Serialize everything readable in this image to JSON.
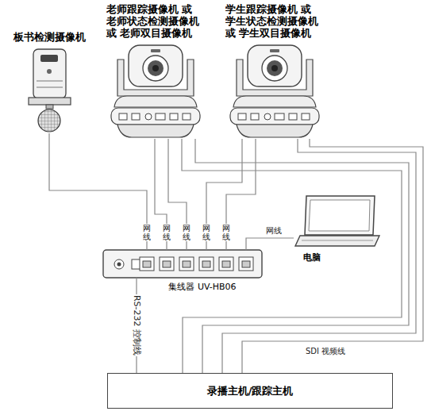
{
  "diagram": {
    "nodes": [
      {
        "text": [
          "板书检测摄像机"
        ]
      },
      {
        "text": [
          "老师跟踪摄像机 或 老师状态检测摄像机 或 老师双目摄像机"
        ]
      },
      {
        "text": [
          "学生跟踪摄像机 或 学生状态检测摄像机 或 学生双目摄像机"
        ]
      },
      {
        "text": [
          "电脑"
        ]
      },
      {
        "text": [
          "集线器 UV-HB06"
        ]
      },
      {
        "text": [
          "录播主机/跟踪主机"
        ]
      }
    ],
    "edges": [
      {
        "from": 0,
        "to": 4,
        "arrow": "none",
        "label": "网线"
      },
      {
        "from": 1,
        "to": 4,
        "arrow": "none",
        "label": "网线"
      },
      {
        "from": 1,
        "to": 4,
        "arrow": "none",
        "label": "网线"
      },
      {
        "from": 2,
        "to": 4,
        "arrow": "none",
        "label": "网线"
      },
      {
        "from": 2,
        "to": 4,
        "arrow": "none",
        "label": "网线"
      },
      {
        "from": 3,
        "to": 4,
        "arrow": "none",
        "label": "网线"
      },
      {
        "from": 4,
        "to": 5,
        "arrow": "none",
        "label": "RS-232 控制线"
      },
      {
        "from": 1,
        "to": 5,
        "arrow": "none"
      },
      {
        "from": 1,
        "to": 5,
        "arrow": "none"
      },
      {
        "from": 2,
        "to": 5,
        "arrow": "none"
      },
      {
        "from": 2,
        "to": 5,
        "arrow": "none",
        "label": "SDI 视频线"
      }
    ]
  }
}
